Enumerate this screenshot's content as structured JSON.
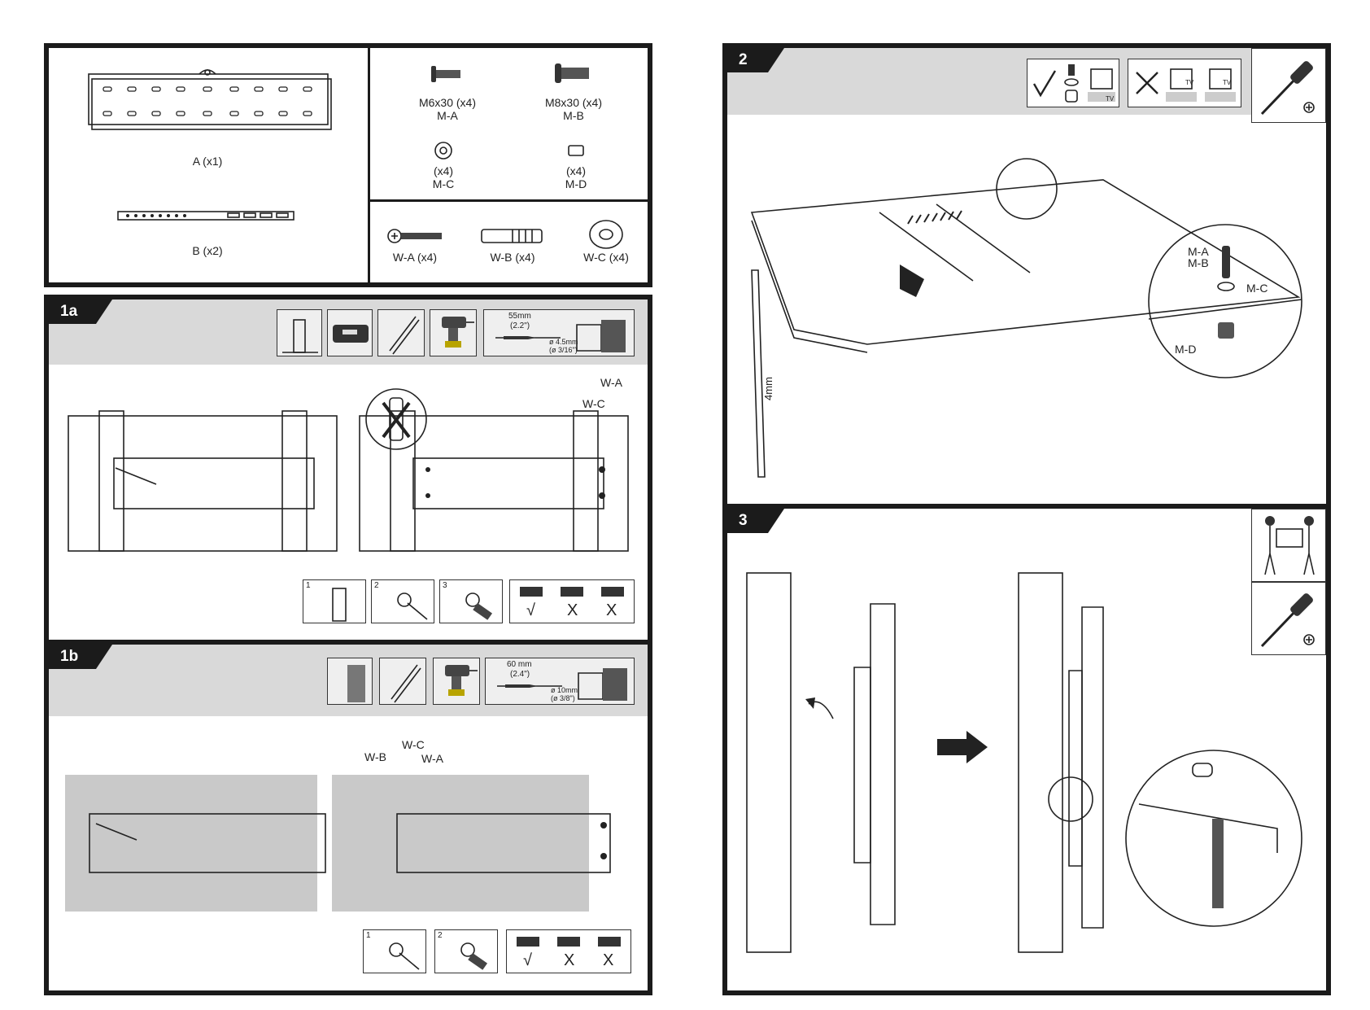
{
  "parts": {
    "bracket_a": "A (x1)",
    "bracket_b": "B (x2)",
    "m6": "M6x30 (x4)",
    "m6_code": "M-A",
    "m8": "M8x30 (x4)",
    "m8_code": "M-B",
    "washer_qty": "(x4)",
    "washer_code": "M-C",
    "spacer_qty": "(x4)",
    "spacer_code": "M-D",
    "wa": "W-A (x4)",
    "wb": "W-B (x4)",
    "wc": "W-C (x4)"
  },
  "step1a": {
    "tab": "1a",
    "drill_depth": "55mm",
    "drill_depth_in": "(2.2\")",
    "drill_dia": "ø 4.5mm",
    "drill_dia_in": "(ø 3/16\")",
    "label_wa": "W-A",
    "label_wc": "W-C",
    "seq1": "1",
    "seq2": "2",
    "seq3": "3",
    "check": "√",
    "cross": "X"
  },
  "step1b": {
    "tab": "1b",
    "drill_depth": "60 mm",
    "drill_depth_in": "(2.4\")",
    "drill_dia": "ø 10mm",
    "drill_dia_in": "(ø 3/8\")",
    "label_wb": "W-B",
    "label_wc": "W-C",
    "label_wa": "W-A",
    "seq1": "1",
    "seq2": "2",
    "check": "√",
    "cross": "X"
  },
  "step2": {
    "tab": "2",
    "tv_tag": "TV",
    "ma": "M-A",
    "mb": "M-B",
    "mc": "M-C",
    "md": "M-D",
    "gap": "4mm"
  },
  "step3": {
    "tab": "3"
  }
}
